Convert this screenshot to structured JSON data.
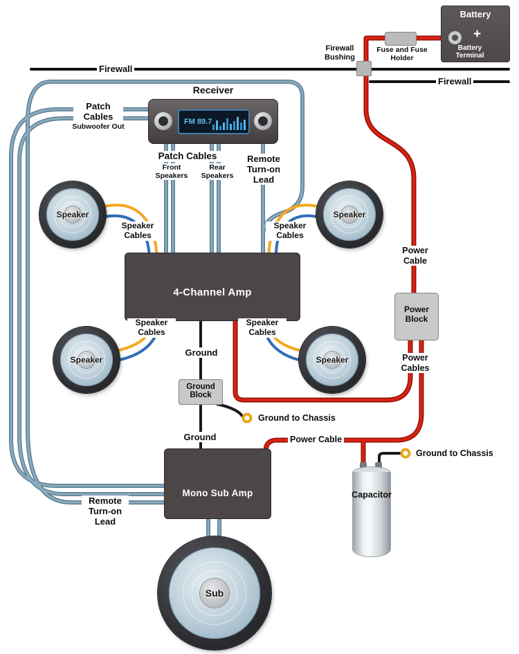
{
  "battery": {
    "title": "Battery",
    "plus": "+",
    "terminal_label": "Battery Terminal"
  },
  "fuse_label": "Fuse and Fuse Holder",
  "firewall": {
    "left": "Firewall",
    "right": "Firewall",
    "bushing": "Firewall Bushing"
  },
  "receiver": {
    "title": "Receiver",
    "display": "FM 89.7"
  },
  "patch_subwoofer": {
    "title": "Patch Cables",
    "subtitle": "Subwoofer Out"
  },
  "receiver_outputs": {
    "patch_cables": "Patch Cables",
    "front_speakers": "Front Speakers",
    "rear_speakers": "Rear Speakers",
    "remote_lead": "Remote Turn-on Lead"
  },
  "speaker_cables": {
    "front_left": "Speaker Cables",
    "front_right": "Speaker Cables",
    "rear_left": "Speaker Cables",
    "rear_right": "Speaker Cables"
  },
  "speakers": {
    "front_left": "Speaker",
    "front_right": "Speaker",
    "rear_left": "Speaker",
    "rear_right": "Speaker",
    "sub": "Sub"
  },
  "amps": {
    "four_channel": "4-Channel Amp",
    "mono_sub": "Mono Sub Amp"
  },
  "power": {
    "cable_main": "Power Cable",
    "block": "Power Block",
    "cables": "Power Cables",
    "cable_sub": "Power Cable"
  },
  "ground": {
    "top": "Ground",
    "block": "Ground Block",
    "bottom": "Ground",
    "chassis_mid": "Ground to Chassis",
    "chassis_right": "Ground to Chassis"
  },
  "capacitor_label": "Capacitor",
  "remote_loop_label": "Remote Turn-on Lead",
  "colors": {
    "power_cable": "#d92312",
    "patch_cable": "#87a6ba",
    "speaker_wire_yellow": "#f3a81e",
    "speaker_wire_blue": "#2f6db8",
    "ground_wire": "#1a1a1a",
    "ring_terminal": "#e8a71b"
  }
}
